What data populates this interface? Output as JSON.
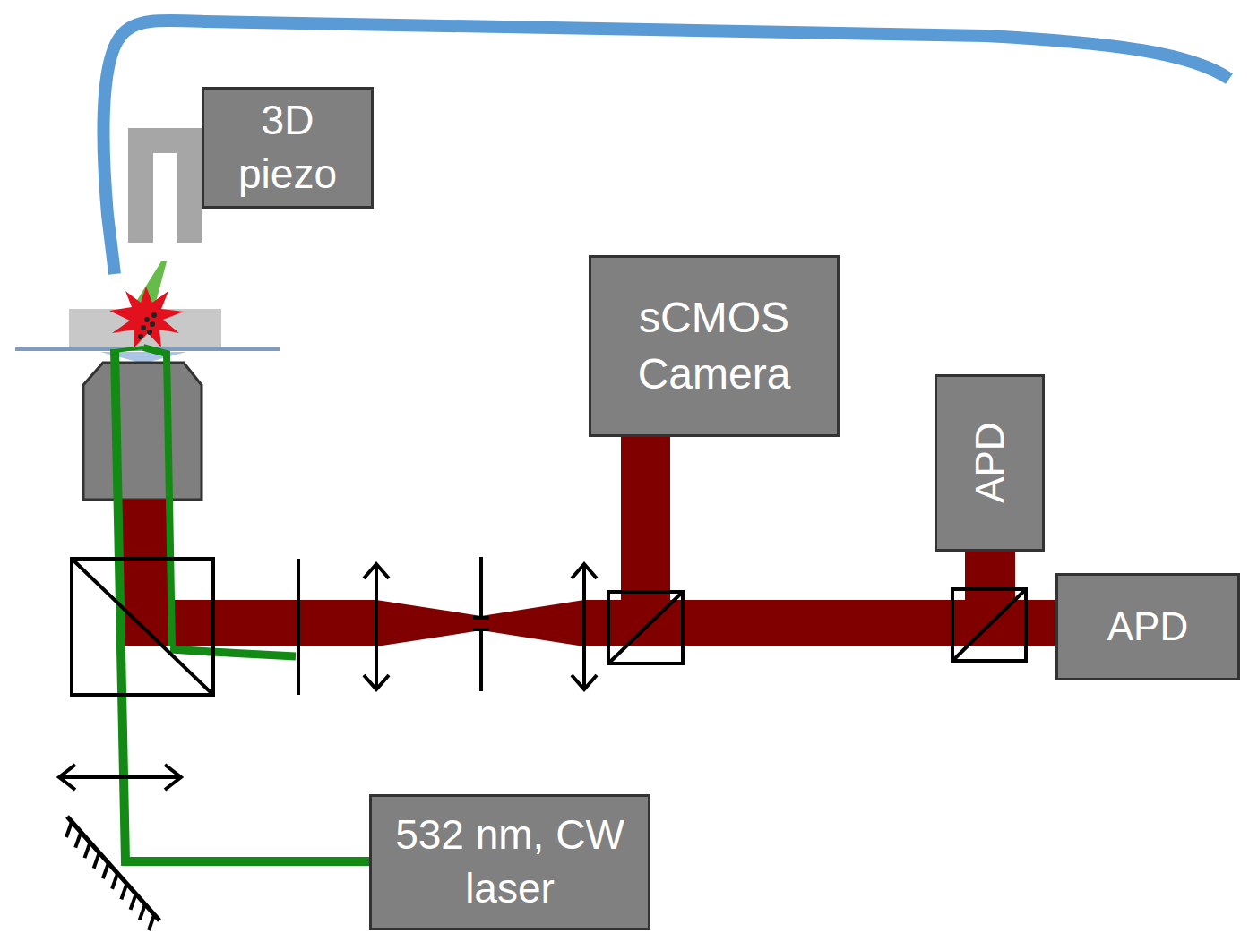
{
  "diagram": {
    "nodes": [
      {
        "text": [
          "3D piezo"
        ]
      },
      {
        "text": [
          "sCMOS Camera"
        ]
      },
      {
        "text": [
          "APD"
        ]
      },
      {
        "text": [
          "APD"
        ]
      },
      {
        "text": [
          "532 nm, CW laser"
        ]
      }
    ]
  }
}
